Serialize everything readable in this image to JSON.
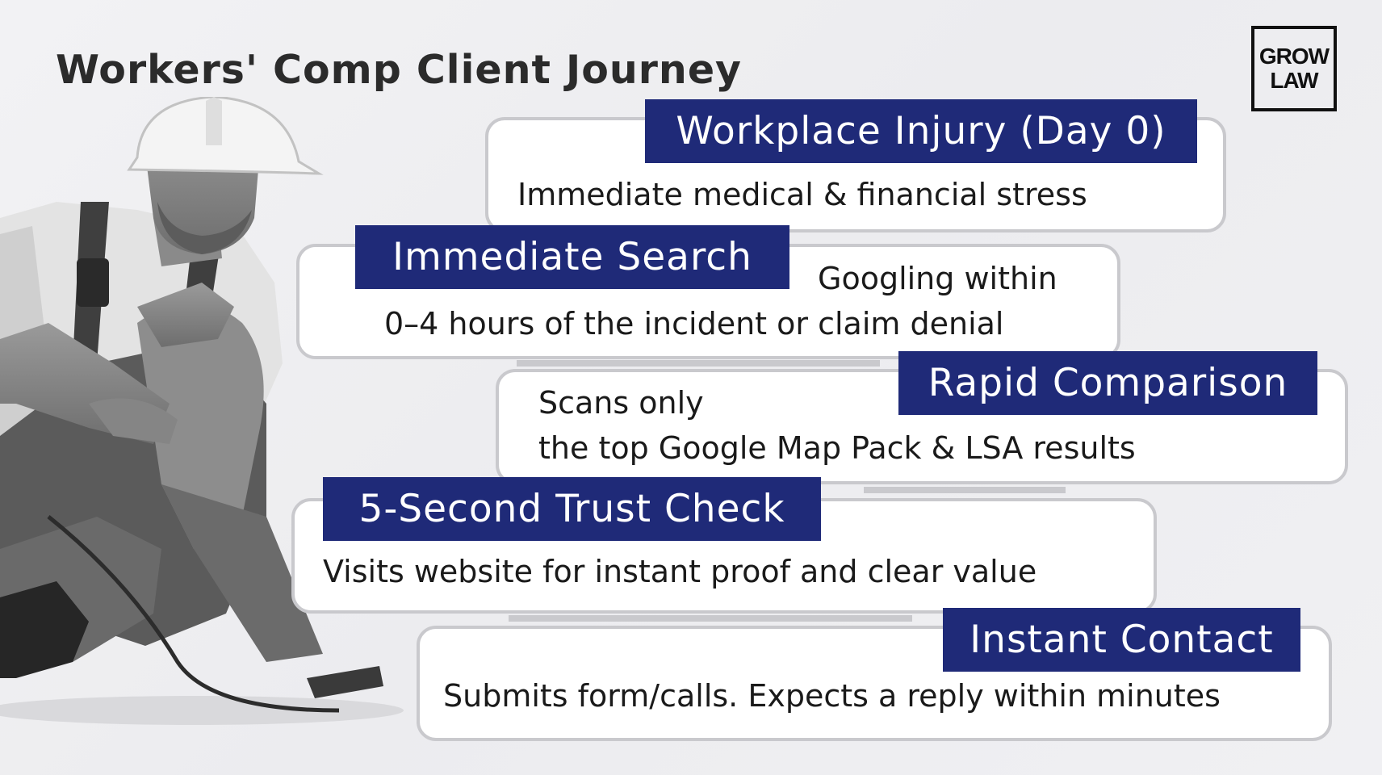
{
  "title": "Workers' Comp Client Journey",
  "logo": {
    "line1": "GROW",
    "line2": "LAW"
  },
  "steps": [
    {
      "label": "Workplace Injury (Day 0)",
      "desc": [
        "Immediate medical & financial stress"
      ]
    },
    {
      "label": "Immediate Search",
      "desc": [
        "Googling within",
        "0–4 hours of the incident or claim denial"
      ]
    },
    {
      "label": "Rapid Comparison",
      "desc": [
        "Scans only",
        "the top Google Map Pack & LSA results"
      ]
    },
    {
      "label": "5-Second Trust Check",
      "desc": [
        "Visits website for instant proof and clear value"
      ]
    },
    {
      "label": "Instant Contact",
      "desc": [
        "Submits form/calls. Expects a reply within minutes"
      ]
    }
  ],
  "colors": {
    "label_bg": "#1f2a78",
    "card_border": "#c9c9cd",
    "text": "#1a1a1a"
  }
}
